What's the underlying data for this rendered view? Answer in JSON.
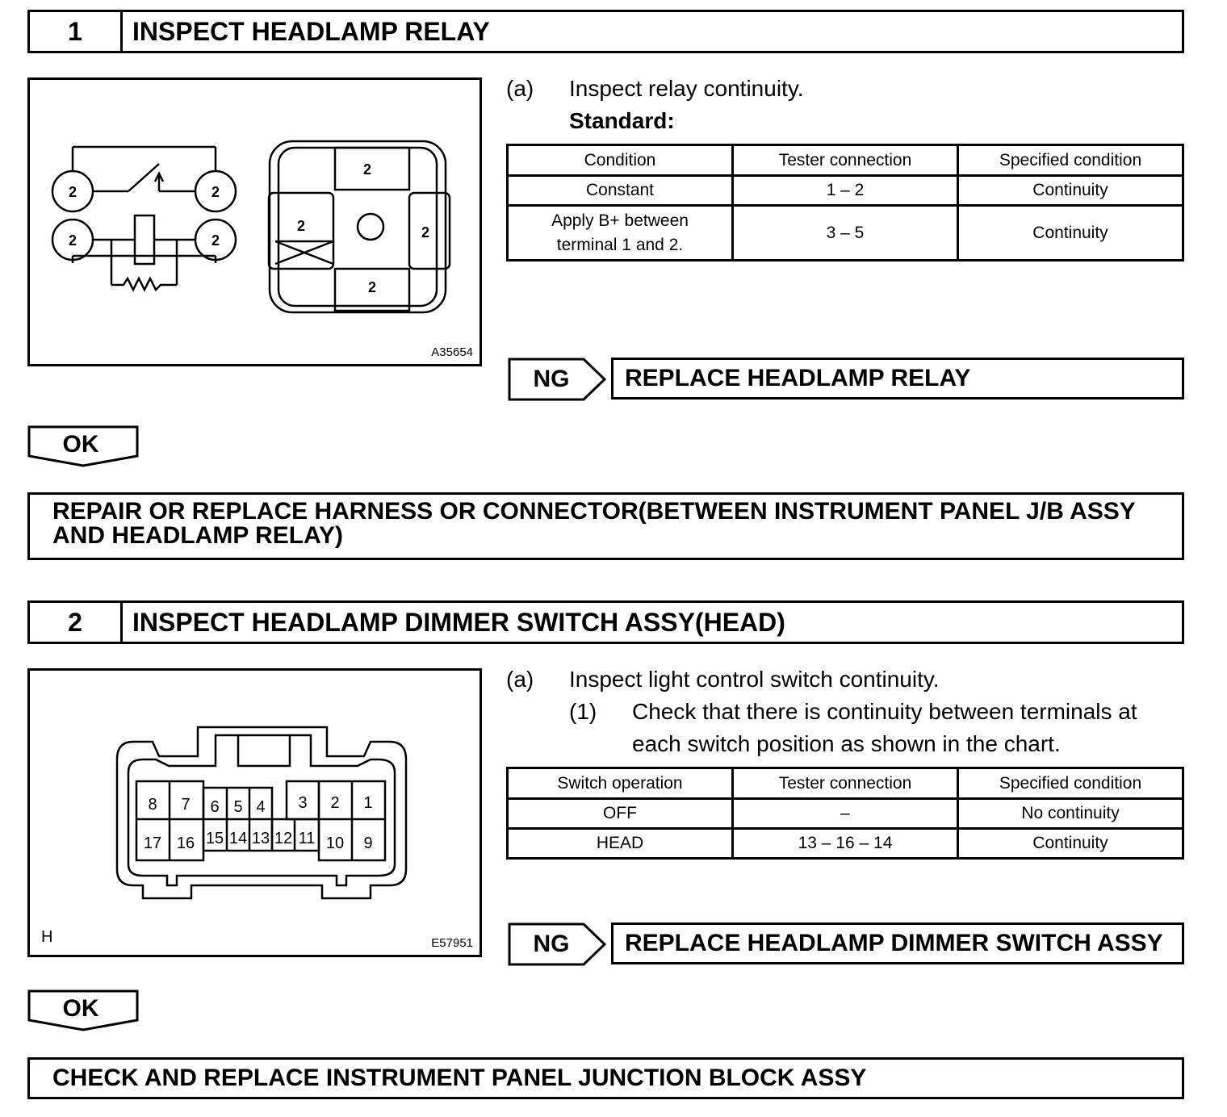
{
  "step1": {
    "number": "1",
    "title": "INSPECT HEADLAMP RELAY",
    "figure_id": "A35654",
    "instruction_marker": "(a)",
    "instruction": "Inspect relay continuity.",
    "standard_label": "Standard:",
    "table": {
      "headers": [
        "Condition",
        "Tester connection",
        "Specified condition"
      ],
      "rows": [
        {
          "condition": "Constant",
          "tester": "1 – 2",
          "spec": "Continuity"
        },
        {
          "condition_line1": "Apply B+ between",
          "condition_line2": "terminal 1 and 2.",
          "tester": "3 – 5",
          "spec": "Continuity"
        }
      ]
    },
    "ng_label": "NG",
    "ng_action": "REPLACE HEADLAMP RELAY",
    "ok_label": "OK",
    "ok_action_line1": "REPAIR OR REPLACE HARNESS OR CONNECTOR(BETWEEN INSTRUMENT PANEL J/B ASSY",
    "ok_action_line2": "AND HEADLAMP RELAY)"
  },
  "step2": {
    "number": "2",
    "title": "INSPECT HEADLAMP DIMMER SWITCH ASSY(HEAD)",
    "figure_id": "E57951",
    "figure_corner": "H",
    "connector_pins": [
      "8",
      "7",
      "6",
      "5",
      "4",
      "3",
      "2",
      "1",
      "17",
      "16",
      "15",
      "14",
      "13",
      "12",
      "11",
      "10",
      "9"
    ],
    "instruction_marker": "(a)",
    "instruction": "Inspect light control switch continuity.",
    "sub_marker": "(1)",
    "sub_line1": "Check that there is continuity between terminals at",
    "sub_line2": "each switch position as shown in the chart.",
    "table": {
      "headers": [
        "Switch operation",
        "Tester connection",
        "Specified condition"
      ],
      "rows": [
        {
          "condition": "OFF",
          "tester": "–",
          "spec": "No continuity"
        },
        {
          "condition": "HEAD",
          "tester": "13 – 16 – 14",
          "spec": "Continuity"
        }
      ]
    },
    "ng_label": "NG",
    "ng_action": "REPLACE HEADLAMP DIMMER SWITCH ASSY",
    "ok_label": "OK",
    "ok_action": "CHECK AND REPLACE INSTRUMENT PANEL JUNCTION BLOCK ASSY"
  }
}
